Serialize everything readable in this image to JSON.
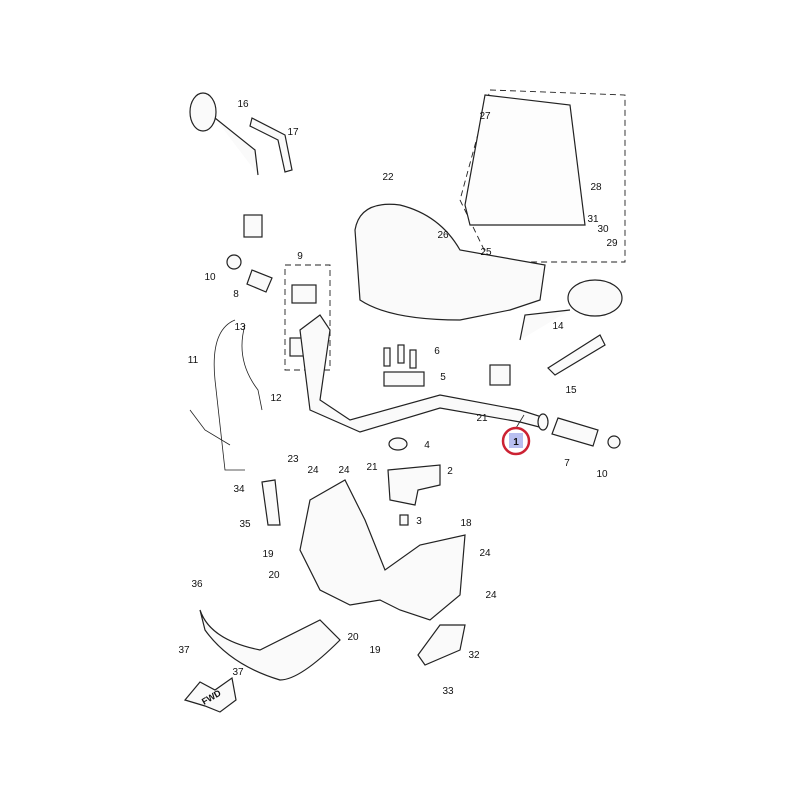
{
  "diagram": {
    "labels": [
      "16",
      "17",
      "27",
      "22",
      "28",
      "31",
      "30",
      "29",
      "26",
      "25",
      "9",
      "10",
      "8",
      "13",
      "11",
      "14",
      "6",
      "5",
      "15",
      "12",
      "21",
      "7",
      "10",
      "4",
      "21",
      "23",
      "24",
      "24",
      "2",
      "34",
      "3",
      "18",
      "35",
      "24",
      "19",
      "20",
      "24",
      "36",
      "20",
      "19",
      "37",
      "32",
      "37",
      "33"
    ],
    "highlighted_label": "1",
    "fwd_label": "FWD",
    "highlight_color": "#cc2233",
    "highlight_fill": "#b8bff0"
  }
}
